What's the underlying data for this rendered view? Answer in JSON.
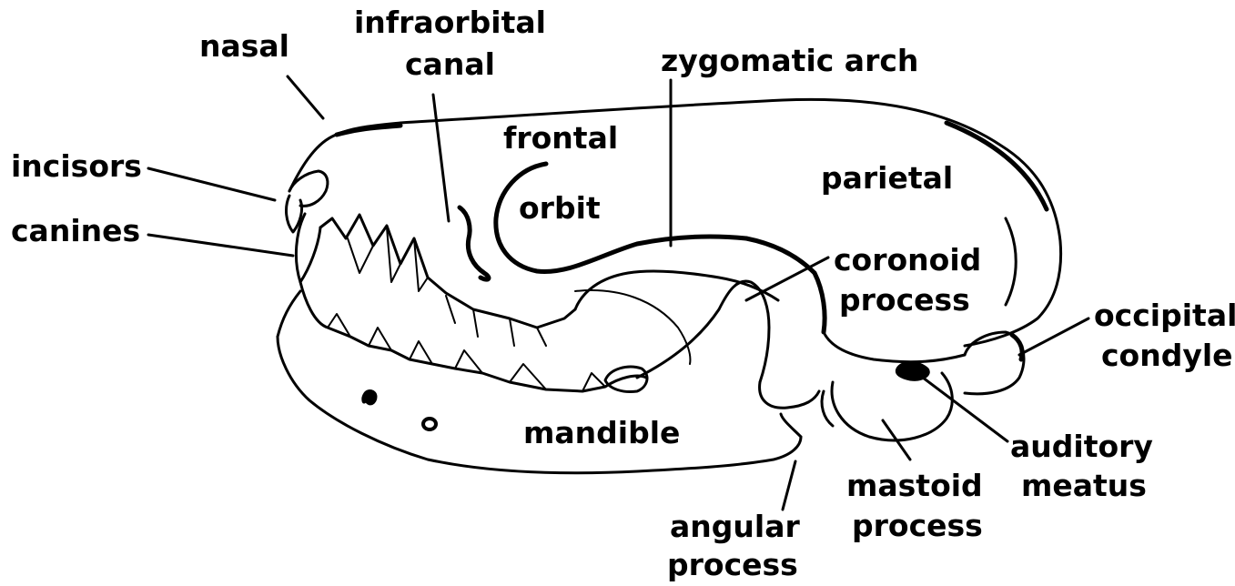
{
  "labels": {
    "nasal": "nasal",
    "infraorbital_line1": "infraorbital",
    "infraorbital_line2": "canal",
    "zygomatic_arch": "zygomatic arch",
    "frontal": "frontal",
    "incisors": "incisors",
    "orbit": "orbit",
    "parietal": "parietal",
    "canines": "canines",
    "coronoid_line1": "coronoid",
    "coronoid_line2": "process",
    "occipital_line1": "occipital",
    "occipital_line2": "condyle",
    "mandible": "mandible",
    "auditory_line1": "auditory",
    "auditory_line2": "meatus",
    "mastoid_line1": "mastoid",
    "mastoid_line2": "process",
    "angular_line1": "angular",
    "angular_line2": "process"
  },
  "colors": {
    "ink": "#000000",
    "paper": "#ffffff"
  }
}
